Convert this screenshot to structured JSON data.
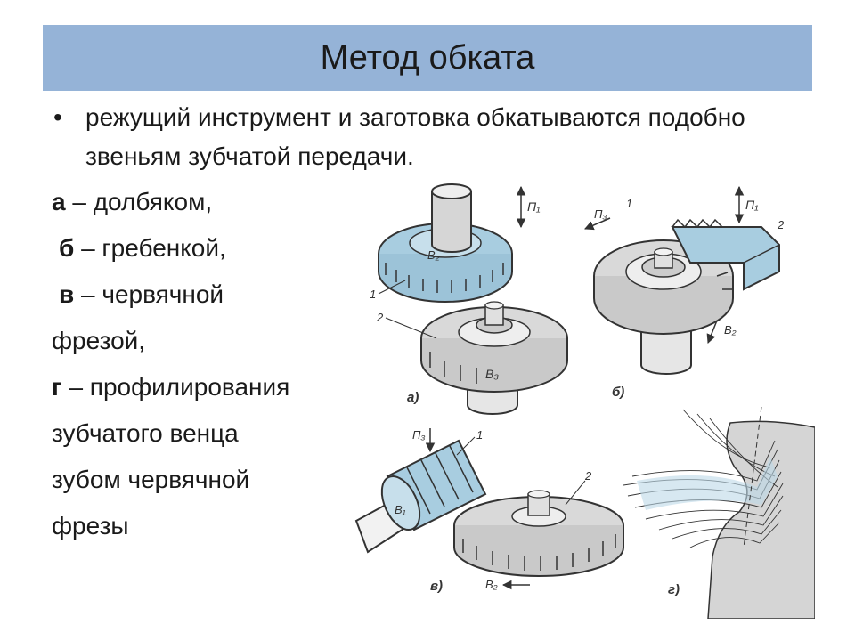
{
  "slide": {
    "title": "Метод обката",
    "bullet": "режущий инструмент и заготовка обкатываются подобно звеньям зубчатой передачи.",
    "bullet_marker": "•",
    "methods": [
      {
        "letter": "а",
        "text": " – долбяком,"
      },
      {
        "letter": "б",
        "text": " – гребенкой,"
      },
      {
        "letter": "в",
        "text": " – червячной"
      },
      {
        "letter": "",
        "text": "фрезой,"
      },
      {
        "letter": "г",
        "text": " – профилирования"
      },
      {
        "letter": "",
        "text": " зубчатого венца"
      },
      {
        "letter": "",
        "text": "зубом червячной"
      },
      {
        "letter": "",
        "text": " фрезы"
      }
    ]
  },
  "figure": {
    "panel_labels": [
      "а)",
      "б)",
      "в)",
      "г)"
    ],
    "callouts": {
      "a": {
        "p1": "П₁",
        "b2": "B₂",
        "b3": "B₃",
        "n1": "1",
        "n2": "2"
      },
      "b": {
        "p1": "П₁",
        "p3": "П₃",
        "b2": "B₂",
        "n1": "1",
        "n2": "2"
      },
      "v": {
        "p3": "П₃",
        "b1": "B₁",
        "b2": "B₂",
        "n1": "1",
        "n2": "2"
      }
    },
    "colors": {
      "part_blue": "#a8cde0",
      "metal_gray": "#cfcfcf",
      "outline": "#333333"
    }
  }
}
